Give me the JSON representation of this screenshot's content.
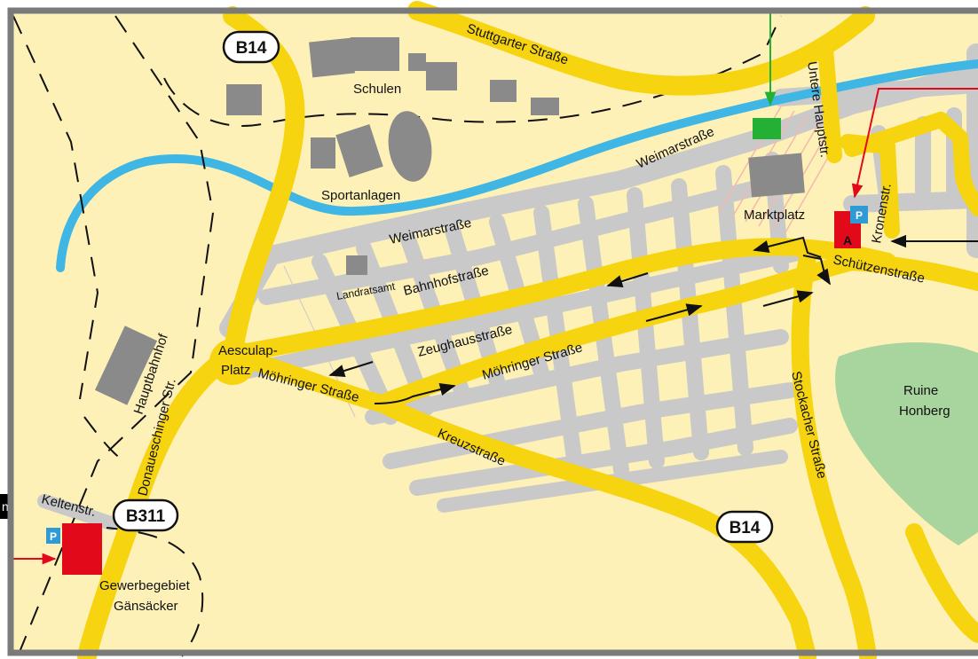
{
  "colors": {
    "background": "#fdf1b8",
    "main_road": "#f6d40f",
    "side_road": "#c9c9c9",
    "river": "#3fb6e3",
    "building": "#8a8a8a",
    "park": "#a8d49d",
    "parking_badge": "#2e9bd6",
    "parking_area": "#e20a1a",
    "target_marker": "#24b034",
    "frame": "#7a7a7a",
    "flow_arrow": "#111111"
  },
  "road_shields": {
    "b14_north": "B14",
    "b14_south": "B14",
    "b311": "B311"
  },
  "streets": {
    "stuttgarter": "Stuttgarter Straße",
    "untere_haupt": "Untere Hauptstr.",
    "weimar_east": "Weimarstraße",
    "weimar_west": "Weimarstraße",
    "bahnhof": "Bahnhofstraße",
    "zeughaus": "Zeughausstraße",
    "moehringer_west": "Möhringer Straße",
    "moehringer_east": "Möhringer Straße",
    "kreuz": "Kreuzstraße",
    "stockacher": "Stockacher Straße",
    "schuetzen": "Schützenstraße",
    "kronen": "Kronenstr.",
    "donaueschinger": "Donaueschinger Str.",
    "kelten": "Keltenstr."
  },
  "places": {
    "schulen": "Schulen",
    "sportanlagen": "Sportanlagen",
    "marktplatz": "Marktplatz",
    "landratsamt": "Landratsamt",
    "hauptbahnhof": "Hauptbahnhof",
    "aesculap_line1": "Aesculap-",
    "aesculap_line2": "Platz",
    "ruine_line1": "Ruine",
    "ruine_line2": "Honberg",
    "gewerbe_line1": "Gewerbegebiet",
    "gewerbe_line2": "Gänsäcker"
  },
  "markers": {
    "parking_symbol_east": "P",
    "parking_symbol_west": "P",
    "area_tag": "A",
    "edge_label_left": "n"
  }
}
